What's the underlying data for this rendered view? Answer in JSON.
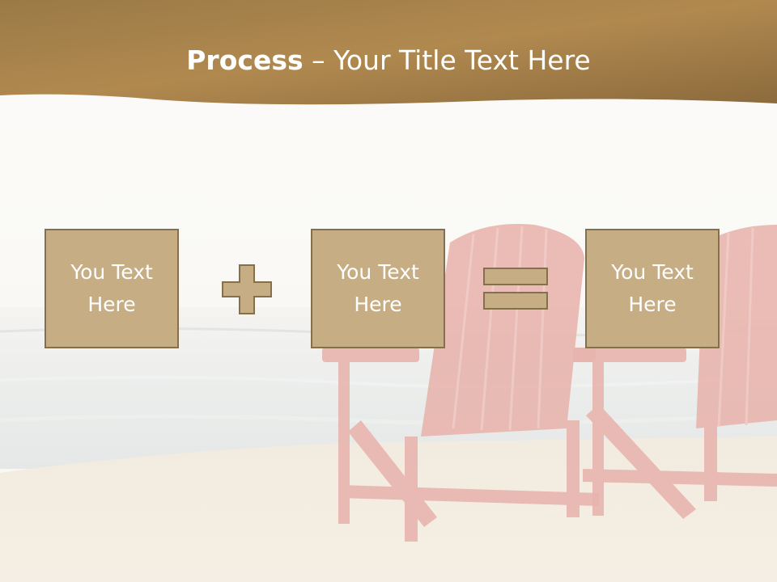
{
  "slide": {
    "title_bold": "Process",
    "title_rest": " – Your Title Text Here",
    "boxes": [
      {
        "label": "You Text Here"
      },
      {
        "label": "You Text Here"
      },
      {
        "label": "You Text Here"
      }
    ],
    "operators": [
      "plus-icon",
      "equals-icon"
    ]
  },
  "colors": {
    "header_band": "#a88447",
    "box_fill": "#c6ad84",
    "box_border": "#85704d",
    "chair_red": "#d97a6e",
    "sand": "#efe4d3",
    "sea": "#dfe3e2"
  }
}
